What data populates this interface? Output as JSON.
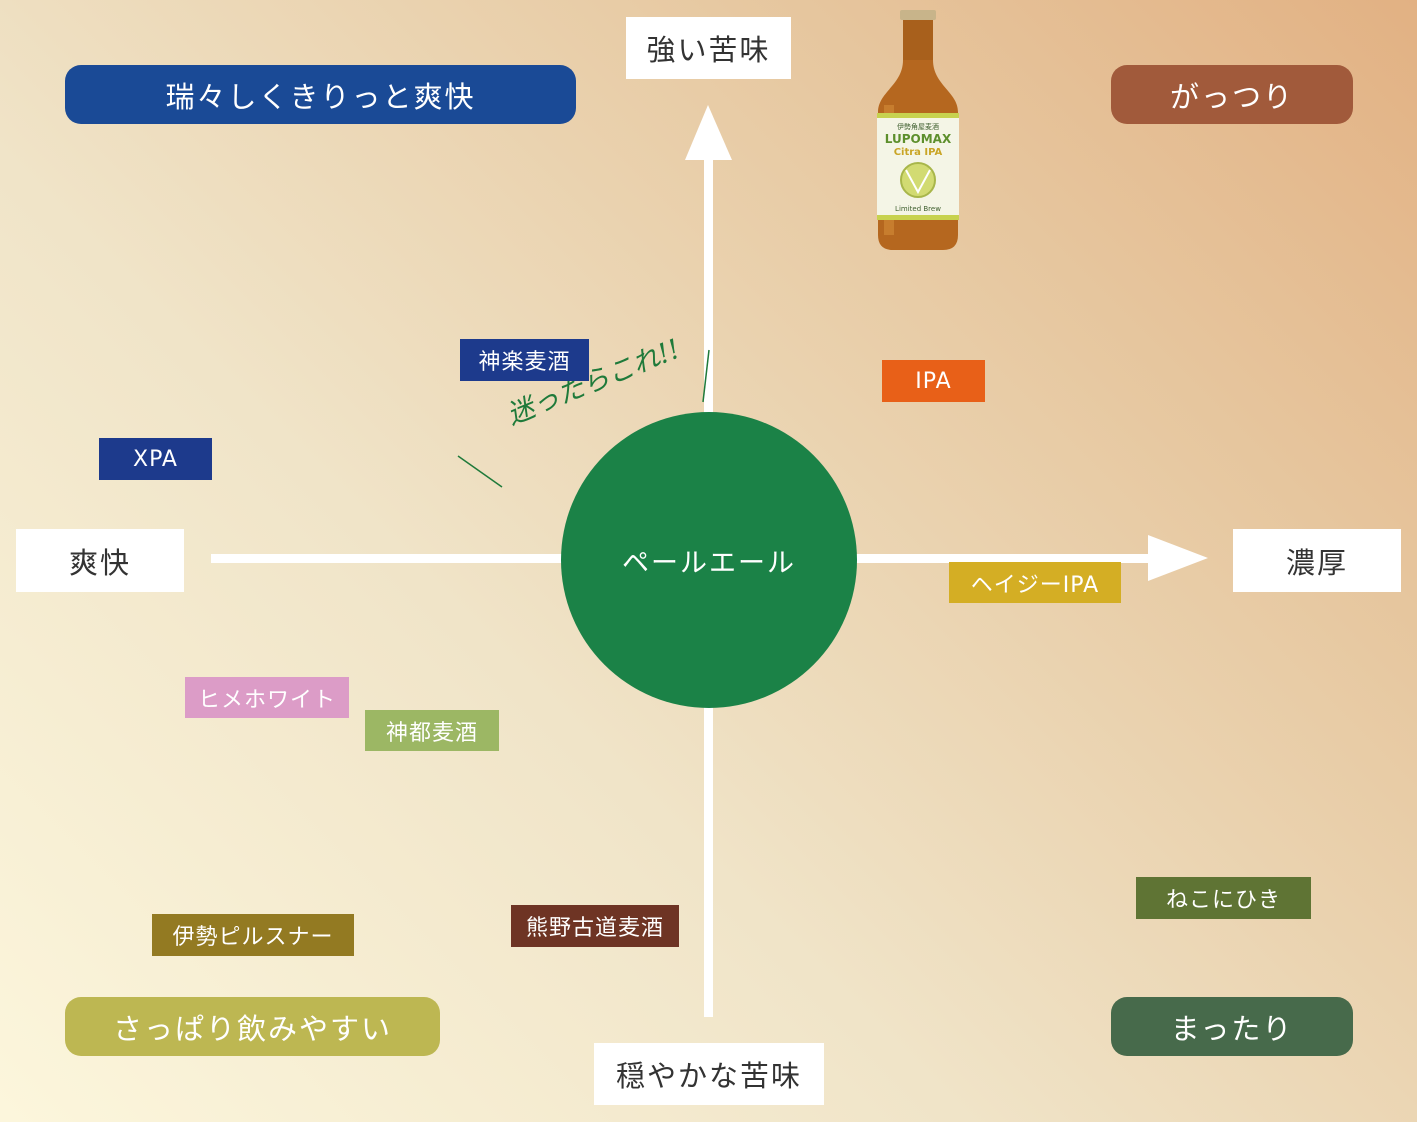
{
  "axes": {
    "top": "強い苦味",
    "bottom": "穏やかな苦味",
    "left": "爽快",
    "right": "濃厚",
    "color": "#ffffff"
  },
  "quadrants": {
    "top_left": {
      "label": "瑞々しくきりっと爽快",
      "color": "#1a4a96"
    },
    "top_right": {
      "label": "がっつり",
      "color": "#a15a3b"
    },
    "bottom_left": {
      "label": "さっぱり飲みやすい",
      "color": "#bdb752"
    },
    "bottom_right": {
      "label": "まったり",
      "color": "#476a4b"
    }
  },
  "center": {
    "label": "ペールエール",
    "color": "#1b8247"
  },
  "note": {
    "text": "迷ったらこれ!!",
    "color": "#1f7a3a"
  },
  "beers": [
    {
      "label": "神楽麦酒",
      "color": "#1d3a8c"
    },
    {
      "label": "IPA",
      "color": "#e86018"
    },
    {
      "label": "XPA",
      "color": "#1d3a8c"
    },
    {
      "label": "ヘイジーIPA",
      "color": "#d4ae24"
    },
    {
      "label": "ヒメホワイト",
      "color": "#dc9cc7"
    },
    {
      "label": "神都麦酒",
      "color": "#9cb764"
    },
    {
      "label": "熊野古道麦酒",
      "color": "#6e3424"
    },
    {
      "label": "伊勢ピルスナー",
      "color": "#937a22"
    },
    {
      "label": "ねこにひき",
      "color": "#5f7434"
    }
  ],
  "bottle": {
    "icon": "beer-bottle-icon",
    "label_top": "伊勢角屋麦酒",
    "label_brand": "LUPOMAX",
    "label_style": "Citra IPA",
    "label_bottom": "Limited Brew"
  }
}
